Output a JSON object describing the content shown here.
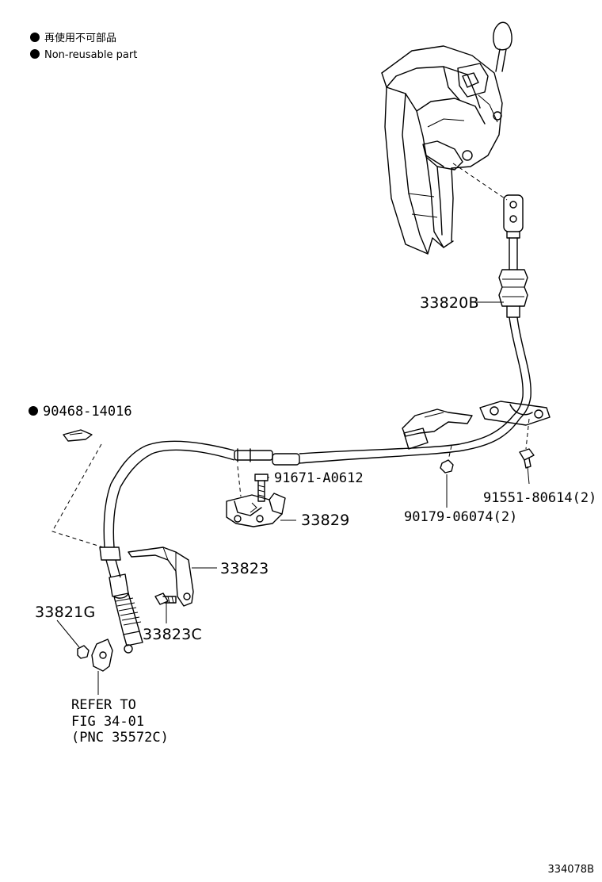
{
  "legend": {
    "jp": "再使用不可部品",
    "en": "Non-reusable part"
  },
  "labels": {
    "p33820B": "33820B",
    "p90468": "90468-14016",
    "p91671": "91671-A0612",
    "p33829": "33829",
    "p91551": "91551-80614(2)",
    "p90179": "90179-06074(2)",
    "p33823": "33823",
    "p33821G": "33821G",
    "p33823C": "33823C"
  },
  "refer": {
    "line1": "REFER TO",
    "line2": "FIG 34-01",
    "line3": "(PNC 35572C)"
  },
  "figure_code": "334078B",
  "icons": {
    "non_reusable_marker": "filled-circle-icon"
  }
}
